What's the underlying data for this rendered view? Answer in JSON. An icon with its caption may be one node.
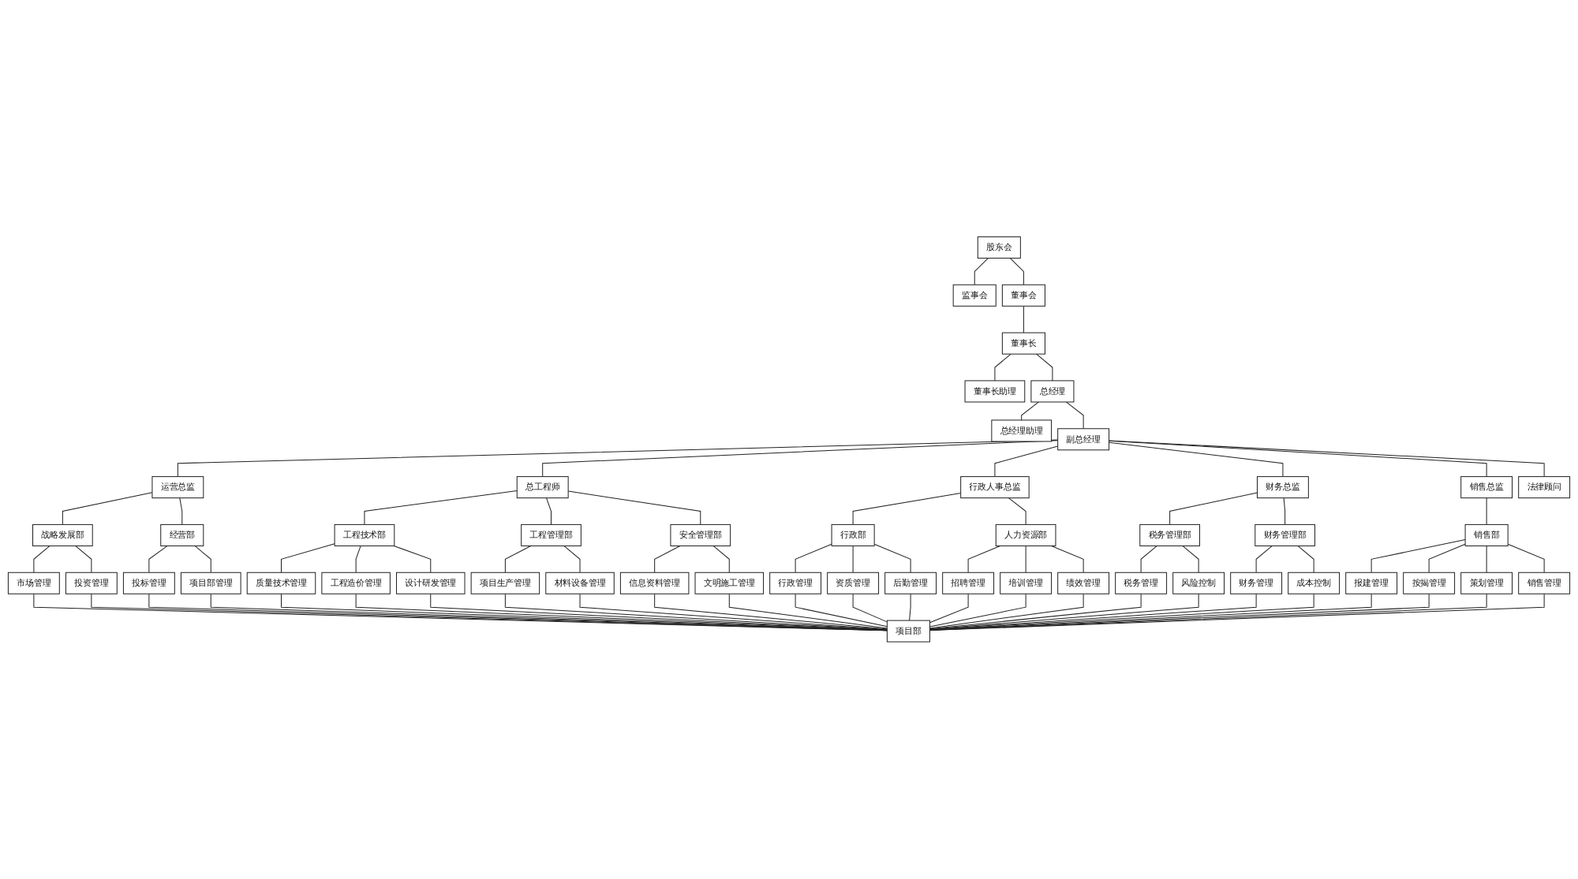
{
  "diagram": {
    "nodes": [
      {
        "text": [
          "股东会"
        ]
      },
      {
        "text": [
          "监事会"
        ]
      },
      {
        "text": [
          "董事会"
        ]
      },
      {
        "text": [
          "董事长"
        ]
      },
      {
        "text": [
          "董事长助理"
        ]
      },
      {
        "text": [
          "总经理"
        ]
      },
      {
        "text": [
          "总经理助理"
        ]
      },
      {
        "text": [
          "副总经理"
        ]
      },
      {
        "text": [
          "运营总监"
        ]
      },
      {
        "text": [
          "总工程师"
        ]
      },
      {
        "text": [
          "行政人事总监"
        ]
      },
      {
        "text": [
          "财务总监"
        ]
      },
      {
        "text": [
          "销售总监"
        ]
      },
      {
        "text": [
          "法律顾问"
        ]
      },
      {
        "text": [
          "战略发展部"
        ]
      },
      {
        "text": [
          "经营部"
        ]
      },
      {
        "text": [
          "工程技术部"
        ]
      },
      {
        "text": [
          "工程管理部"
        ]
      },
      {
        "text": [
          "安全管理部"
        ]
      },
      {
        "text": [
          "行政部"
        ]
      },
      {
        "text": [
          "人力资源部"
        ]
      },
      {
        "text": [
          "税务管理部"
        ]
      },
      {
        "text": [
          "财务管理部"
        ]
      },
      {
        "text": [
          "销售部"
        ]
      },
      {
        "text": [
          "市场管理"
        ]
      },
      {
        "text": [
          "投资管理"
        ]
      },
      {
        "text": [
          "投标管理"
        ]
      },
      {
        "text": [
          "项目部管理"
        ]
      },
      {
        "text": [
          "质量技术管理"
        ]
      },
      {
        "text": [
          "工程造价管理"
        ]
      },
      {
        "text": [
          "设计研发管理"
        ]
      },
      {
        "text": [
          "项目生产管理"
        ]
      },
      {
        "text": [
          "材料设备管理"
        ]
      },
      {
        "text": [
          "信息资料管理"
        ]
      },
      {
        "text": [
          "文明施工管理"
        ]
      },
      {
        "text": [
          "行政管理"
        ]
      },
      {
        "text": [
          "资质管理"
        ]
      },
      {
        "text": [
          "后勤管理"
        ]
      },
      {
        "text": [
          "招聘管理"
        ]
      },
      {
        "text": [
          "培训管理"
        ]
      },
      {
        "text": [
          "绩效管理"
        ]
      },
      {
        "text": [
          "税务管理"
        ]
      },
      {
        "text": [
          "风险控制"
        ]
      },
      {
        "text": [
          "财务管理"
        ]
      },
      {
        "text": [
          "成本控制"
        ]
      },
      {
        "text": [
          "报建管理"
        ]
      },
      {
        "text": [
          "按揭管理"
        ]
      },
      {
        "text": [
          "策划管理"
        ]
      },
      {
        "text": [
          "销售管理"
        ]
      },
      {
        "text": [
          "项目部"
        ]
      }
    ],
    "edges": [
      {
        "from": 0,
        "to": 1,
        "arrow": "none"
      },
      {
        "from": 0,
        "to": 2,
        "arrow": "none"
      },
      {
        "from": 2,
        "to": 3,
        "arrow": "none"
      },
      {
        "from": 3,
        "to": 4,
        "arrow": "none"
      },
      {
        "from": 3,
        "to": 5,
        "arrow": "none"
      },
      {
        "from": 5,
        "to": 6,
        "arrow": "none"
      },
      {
        "from": 5,
        "to": 7,
        "arrow": "none"
      },
      {
        "from": 7,
        "to": 8,
        "arrow": "none"
      },
      {
        "from": 7,
        "to": 9,
        "arrow": "none"
      },
      {
        "from": 7,
        "to": 10,
        "arrow": "none"
      },
      {
        "from": 7,
        "to": 11,
        "arrow": "none"
      },
      {
        "from": 7,
        "to": 12,
        "arrow": "none"
      },
      {
        "from": 7,
        "to": 13,
        "arrow": "none"
      },
      {
        "from": 8,
        "to": 14,
        "arrow": "none"
      },
      {
        "from": 8,
        "to": 15,
        "arrow": "none"
      },
      {
        "from": 9,
        "to": 16,
        "arrow": "none"
      },
      {
        "from": 9,
        "to": 17,
        "arrow": "none"
      },
      {
        "from": 9,
        "to": 18,
        "arrow": "none"
      },
      {
        "from": 10,
        "to": 19,
        "arrow": "none"
      },
      {
        "from": 10,
        "to": 20,
        "arrow": "none"
      },
      {
        "from": 11,
        "to": 21,
        "arrow": "none"
      },
      {
        "from": 11,
        "to": 22,
        "arrow": "none"
      },
      {
        "from": 12,
        "to": 23,
        "arrow": "none"
      },
      {
        "from": 14,
        "to": 24,
        "arrow": "none"
      },
      {
        "from": 14,
        "to": 25,
        "arrow": "none"
      },
      {
        "from": 15,
        "to": 26,
        "arrow": "none"
      },
      {
        "from": 15,
        "to": 27,
        "arrow": "none"
      },
      {
        "from": 16,
        "to": 28,
        "arrow": "none"
      },
      {
        "from": 16,
        "to": 29,
        "arrow": "none"
      },
      {
        "from": 16,
        "to": 30,
        "arrow": "none"
      },
      {
        "from": 17,
        "to": 31,
        "arrow": "none"
      },
      {
        "from": 17,
        "to": 32,
        "arrow": "none"
      },
      {
        "from": 18,
        "to": 33,
        "arrow": "none"
      },
      {
        "from": 18,
        "to": 34,
        "arrow": "none"
      },
      {
        "from": 19,
        "to": 35,
        "arrow": "none"
      },
      {
        "from": 19,
        "to": 36,
        "arrow": "none"
      },
      {
        "from": 19,
        "to": 37,
        "arrow": "none"
      },
      {
        "from": 20,
        "to": 38,
        "arrow": "none"
      },
      {
        "from": 20,
        "to": 39,
        "arrow": "none"
      },
      {
        "from": 20,
        "to": 40,
        "arrow": "none"
      },
      {
        "from": 21,
        "to": 41,
        "arrow": "none"
      },
      {
        "from": 21,
        "to": 42,
        "arrow": "none"
      },
      {
        "from": 22,
        "to": 43,
        "arrow": "none"
      },
      {
        "from": 22,
        "to": 44,
        "arrow": "none"
      },
      {
        "from": 23,
        "to": 45,
        "arrow": "none"
      },
      {
        "from": 23,
        "to": 46,
        "arrow": "none"
      },
      {
        "from": 23,
        "to": 47,
        "arrow": "none"
      },
      {
        "from": 23,
        "to": 48,
        "arrow": "none"
      },
      {
        "from": 24,
        "to": 49,
        "arrow": "none"
      },
      {
        "from": 25,
        "to": 49,
        "arrow": "none"
      },
      {
        "from": 26,
        "to": 49,
        "arrow": "none"
      },
      {
        "from": 27,
        "to": 49,
        "arrow": "none"
      },
      {
        "from": 28,
        "to": 49,
        "arrow": "none"
      },
      {
        "from": 29,
        "to": 49,
        "arrow": "none"
      },
      {
        "from": 30,
        "to": 49,
        "arrow": "none"
      },
      {
        "from": 31,
        "to": 49,
        "arrow": "none"
      },
      {
        "from": 32,
        "to": 49,
        "arrow": "none"
      },
      {
        "from": 33,
        "to": 49,
        "arrow": "none"
      },
      {
        "from": 34,
        "to": 49,
        "arrow": "none"
      },
      {
        "from": 35,
        "to": 49,
        "arrow": "none"
      },
      {
        "from": 36,
        "to": 49,
        "arrow": "none"
      },
      {
        "from": 37,
        "to": 49,
        "arrow": "none"
      },
      {
        "from": 38,
        "to": 49,
        "arrow": "none"
      },
      {
        "from": 39,
        "to": 49,
        "arrow": "none"
      },
      {
        "from": 40,
        "to": 49,
        "arrow": "none"
      },
      {
        "from": 41,
        "to": 49,
        "arrow": "none"
      },
      {
        "from": 42,
        "to": 49,
        "arrow": "none"
      },
      {
        "from": 43,
        "to": 49,
        "arrow": "none"
      },
      {
        "from": 44,
        "to": 49,
        "arrow": "none"
      },
      {
        "from": 45,
        "to": 49,
        "arrow": "none"
      },
      {
        "from": 46,
        "to": 49,
        "arrow": "none"
      },
      {
        "from": 47,
        "to": 49,
        "arrow": "none"
      },
      {
        "from": 48,
        "to": 49,
        "arrow": "none"
      }
    ]
  }
}
